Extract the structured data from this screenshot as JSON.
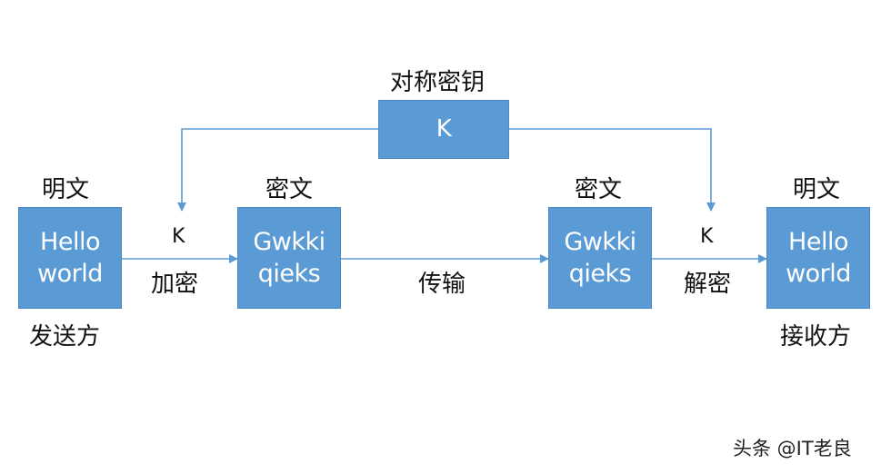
{
  "key_label": "对称密钥",
  "key_box": "K",
  "sender": {
    "heading": "明文",
    "line1": "Hello",
    "line2": "world",
    "role": "发送方"
  },
  "cipher_left": {
    "heading": "密文",
    "line1": "Gwkki",
    "line2": "qieks"
  },
  "cipher_right": {
    "heading": "密文",
    "line1": "Gwkki",
    "line2": "qieks"
  },
  "receiver": {
    "heading": "明文",
    "line1": "Hello",
    "line2": "world",
    "role": "接收方"
  },
  "encrypt": {
    "key": "K",
    "label": "加密"
  },
  "transmit": {
    "label": "传输"
  },
  "decrypt": {
    "key": "K",
    "label": "解密"
  },
  "watermark": "头条 @IT老良",
  "colors": {
    "box_fill": "#5b9bd5",
    "connector": "#5b9bd5",
    "box_text": "#ffffff"
  }
}
